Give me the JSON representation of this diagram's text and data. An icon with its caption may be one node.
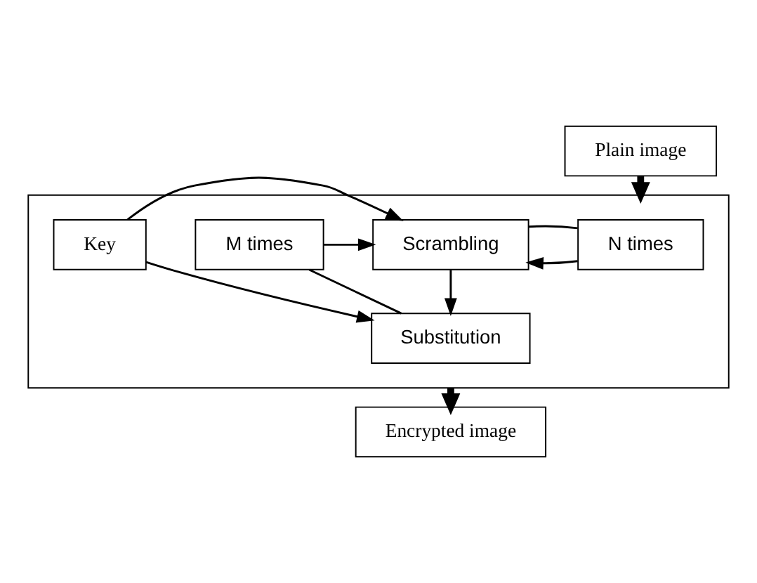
{
  "diagram": {
    "nodes": [
      {
        "text": [
          "Plain image"
        ]
      },
      {
        "text": [],
        "shape": "box"
      },
      {
        "text": [
          "N times"
        ],
        "in": 1
      },
      {
        "text": [
          "Scrambling"
        ],
        "in": 1
      },
      {
        "text": [
          "M times"
        ],
        "in": 1
      },
      {
        "text": [
          "Key"
        ],
        "in": 1
      },
      {
        "text": [
          "Substitution"
        ],
        "in": 1
      },
      {
        "text": [
          "Encrypted image"
        ]
      }
    ],
    "edges": [
      {
        "from": 0,
        "to": 1,
        "arrow": "to",
        "style": "thick"
      },
      {
        "from": 2,
        "to": 3,
        "arrow": "to"
      },
      {
        "from": 4,
        "to": 3,
        "arrow": "to"
      },
      {
        "from": 5,
        "to": 3,
        "arrow": "to"
      },
      {
        "from": 3,
        "to": 6,
        "arrow": "to"
      },
      {
        "from": 3,
        "to": 2,
        "arrow": "none"
      },
      {
        "from": 5,
        "to": 6,
        "arrow": "to"
      },
      {
        "from": 6,
        "to": 4,
        "arrow": "none"
      },
      {
        "from": 1,
        "to": 7,
        "arrow": "to",
        "style": "thick"
      }
    ]
  }
}
